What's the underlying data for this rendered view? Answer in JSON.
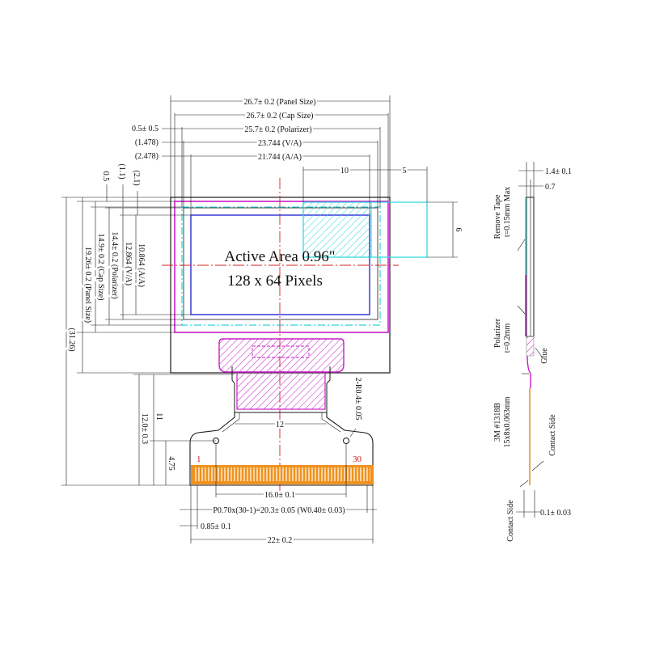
{
  "colors": {
    "line": "#1a1a1a",
    "magenta": "#c71ec7",
    "cyan": "#2ad4dc",
    "blue": "#2b2bd6",
    "red": "#d22020",
    "fpc_orange": "#f0921e",
    "pin_red": "#d01818"
  },
  "front_view": {
    "active_area_line1": "Active Area 0.96\"",
    "active_area_line2": "128 x 64 Pixels",
    "pin_first": "1",
    "pin_last": "30",
    "top_dims": {
      "panel_size": "26.7± 0.2 (Panel Size)",
      "cap_size": "26.7± 0.2 (Cap Size)",
      "polarizer": "25.7± 0.2 (Polarizer)",
      "va": "23.744 (V/A)",
      "aa": "21.744 (A/A)",
      "pol_offset": "0.5± 0.5",
      "va_offset": "(1.478)",
      "aa_offset": "(2.478)",
      "dim_10": "10",
      "dim_5": "5",
      "dim_6": "6"
    },
    "left_dims": {
      "d_05": "0.5",
      "d_11": "(1.1)",
      "d_21": "(2.1)",
      "aa": "10.864 (A/A)",
      "va": "12.864 (V/A)",
      "polarizer": "14.4± 0.2 (Polarizer)",
      "cap_size": "14.9± 0.2 (Cap Size)",
      "panel_size": "19.26± 0.2 (Panel Size)",
      "total": "(31.26)",
      "fpc_length": "12.0± 0.3",
      "d_11b": "11",
      "d_475": "4.75"
    },
    "fpc_dims": {
      "radius": "2-R0.4± 0.05",
      "width_12": "12",
      "holes": "16.0± 0.1",
      "pitch": "P0.70x(30-1)=20.3± 0.05 (W0.40± 0.03)",
      "edge": "0.85± 0.1",
      "total_width": "22± 0.2"
    }
  },
  "side_view": {
    "thickness": "1.4± 0.1",
    "d_07": "0.7",
    "remove_tape_1": "Remove Tape",
    "remove_tape_2": "t=0.15mm Max",
    "polarizer_1": "Polarizer",
    "polarizer_2": "t=0.2mm",
    "glue": "Glue",
    "tape_1": "3M #1318B",
    "tape_2": "15x8x0.063mm",
    "contact_side_a": "Contact Side",
    "contact_side_b": "Contact Side",
    "fpc_thickness": "0.1± 0.03"
  }
}
